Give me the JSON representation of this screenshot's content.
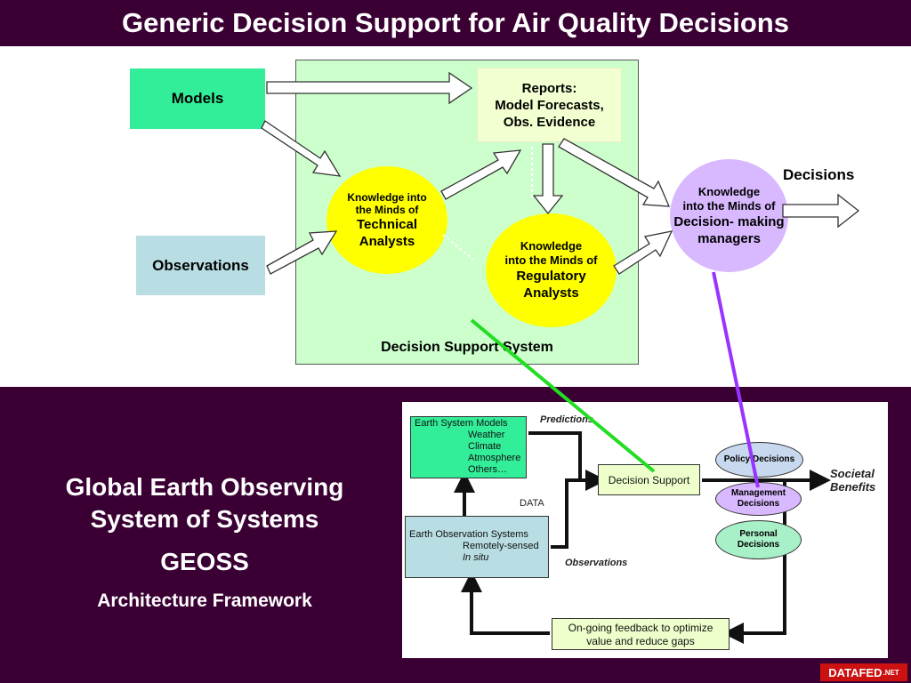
{
  "title": "Generic Decision Support for Air Quality Decisions",
  "upper": {
    "models": "Models",
    "observations": "Observations",
    "reports": [
      "Reports:",
      "Model Forecasts,",
      "Obs. Evidence"
    ],
    "technical": [
      "Knowledge  into",
      "the Minds of",
      "Technical",
      "Analysts"
    ],
    "regulatory": [
      "Knowledge",
      "into the Minds of",
      "Regulatory",
      "Analysts"
    ],
    "decision_makers": [
      "Knowledge",
      "into the Minds of",
      "Decision- making",
      "managers"
    ],
    "decisions": "Decisions",
    "dss_label": "Decision Support System"
  },
  "geoss": {
    "line1": "Global Earth Observing",
    "line2": "System of Systems",
    "acronym": "GEOSS",
    "subtitle": "Architecture Framework"
  },
  "panel": {
    "esm": [
      "Earth System Models",
      "Weather",
      "Climate",
      "Atmosphere",
      "Others…"
    ],
    "eos": [
      "Earth Observation Systems",
      "Remotely-sensed",
      "In situ"
    ],
    "predictions": "Predictions",
    "data": "DATA",
    "observations": "Observations",
    "decision_support": "Decision Support",
    "policy": "Policy Decisions",
    "management": [
      "Management",
      "Decisions"
    ],
    "personal": [
      "Personal",
      "Decisions"
    ],
    "societal": [
      "Societal",
      "Benefits"
    ],
    "feedback": [
      "On-going feedback to optimize",
      "value and reduce gaps"
    ]
  },
  "footer": {
    "brand": "DATAFED",
    "suffix": ".NET"
  }
}
